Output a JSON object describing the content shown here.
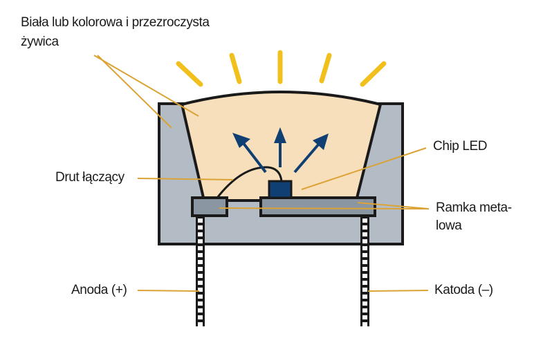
{
  "diagram": {
    "title": "Budowa diody LED",
    "labels": {
      "resin_line1": "Biała lub kolorowa i przezroczysta",
      "resin_line2": "żywica",
      "chip": "Chip LED",
      "wire": "Drut łączący",
      "frame_line1": "Ramka meta-",
      "frame_line2": "lowa",
      "anode": "Anoda (+)",
      "cathode": "Katoda (–)"
    },
    "colors": {
      "resin": "#f8dfbb",
      "housing": "#b3bcc5",
      "frame": "#8a96a1",
      "chip": "#0f3f73",
      "arrows": "#0f3f73",
      "rays": "#f2c01d",
      "leader_lines": "#dba334",
      "outline": "#1a1a1a"
    },
    "components": [
      "resin",
      "housing",
      "light-rays",
      "emission-arrows",
      "bond-wire",
      "led-chip",
      "metal-frame",
      "anode-lead",
      "cathode-lead"
    ]
  }
}
